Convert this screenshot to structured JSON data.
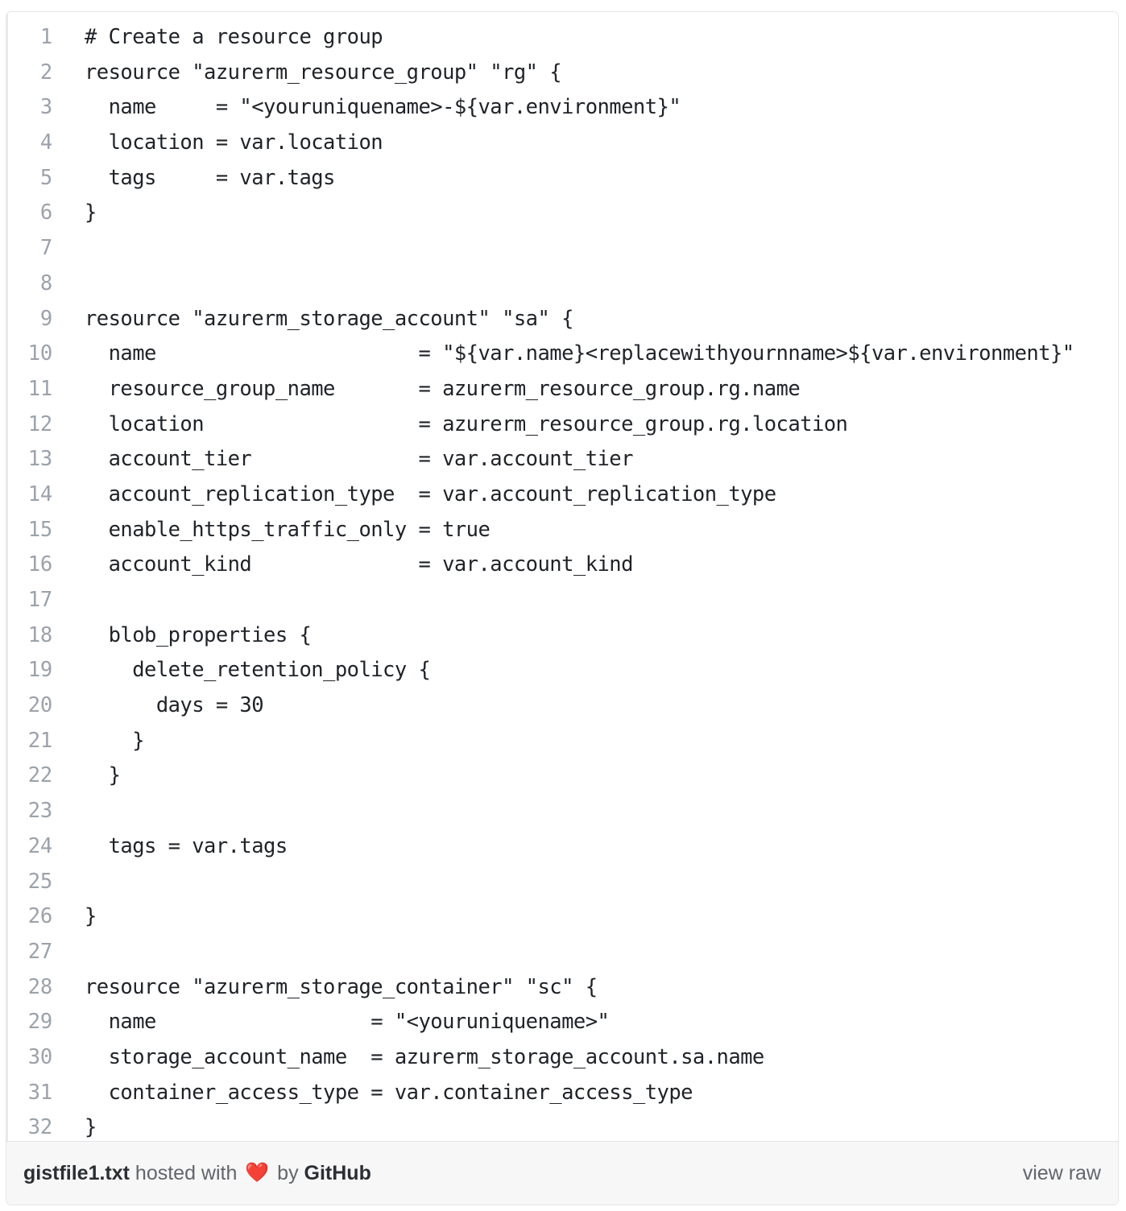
{
  "gist": {
    "filename": "gistfile1.txt",
    "lines": [
      {
        "n": "1",
        "text": "# Create a resource group"
      },
      {
        "n": "2",
        "text": "resource \"azurerm_resource_group\" \"rg\" {"
      },
      {
        "n": "3",
        "text": "  name     = \"<youruniquename>-${var.environment}\""
      },
      {
        "n": "4",
        "text": "  location = var.location"
      },
      {
        "n": "5",
        "text": "  tags     = var.tags"
      },
      {
        "n": "6",
        "text": "}"
      },
      {
        "n": "7",
        "text": ""
      },
      {
        "n": "8",
        "text": ""
      },
      {
        "n": "9",
        "text": "resource \"azurerm_storage_account\" \"sa\" {"
      },
      {
        "n": "10",
        "text": "  name                      = \"${var.name}<replacewithyournname>${var.environment}\""
      },
      {
        "n": "11",
        "text": "  resource_group_name       = azurerm_resource_group.rg.name"
      },
      {
        "n": "12",
        "text": "  location                  = azurerm_resource_group.rg.location"
      },
      {
        "n": "13",
        "text": "  account_tier              = var.account_tier"
      },
      {
        "n": "14",
        "text": "  account_replication_type  = var.account_replication_type"
      },
      {
        "n": "15",
        "text": "  enable_https_traffic_only = true"
      },
      {
        "n": "16",
        "text": "  account_kind              = var.account_kind"
      },
      {
        "n": "17",
        "text": ""
      },
      {
        "n": "18",
        "text": "  blob_properties {"
      },
      {
        "n": "19",
        "text": "    delete_retention_policy {"
      },
      {
        "n": "20",
        "text": "      days = 30"
      },
      {
        "n": "21",
        "text": "    }"
      },
      {
        "n": "22",
        "text": "  }"
      },
      {
        "n": "23",
        "text": ""
      },
      {
        "n": "24",
        "text": "  tags = var.tags"
      },
      {
        "n": "25",
        "text": ""
      },
      {
        "n": "26",
        "text": "}"
      },
      {
        "n": "27",
        "text": ""
      },
      {
        "n": "28",
        "text": "resource \"azurerm_storage_container\" \"sc\" {"
      },
      {
        "n": "29",
        "text": "  name                  = \"<youruniquename>\""
      },
      {
        "n": "30",
        "text": "  storage_account_name  = azurerm_storage_account.sa.name"
      },
      {
        "n": "31",
        "text": "  container_access_type = var.container_access_type"
      },
      {
        "n": "32",
        "text": "}"
      }
    ]
  },
  "footer": {
    "filename": "gistfile1.txt",
    "hosted_with": " hosted with ",
    "heart": "❤️",
    "by": " by ",
    "host": "GitHub",
    "view_raw": "view raw"
  },
  "colors": {
    "border": "#e3e5e8",
    "footer_bg": "#f7f7f7",
    "line_number": "#9ba2ab",
    "code_text": "#1f2328",
    "footer_text": "#61666c",
    "heart": "#e8384f"
  }
}
